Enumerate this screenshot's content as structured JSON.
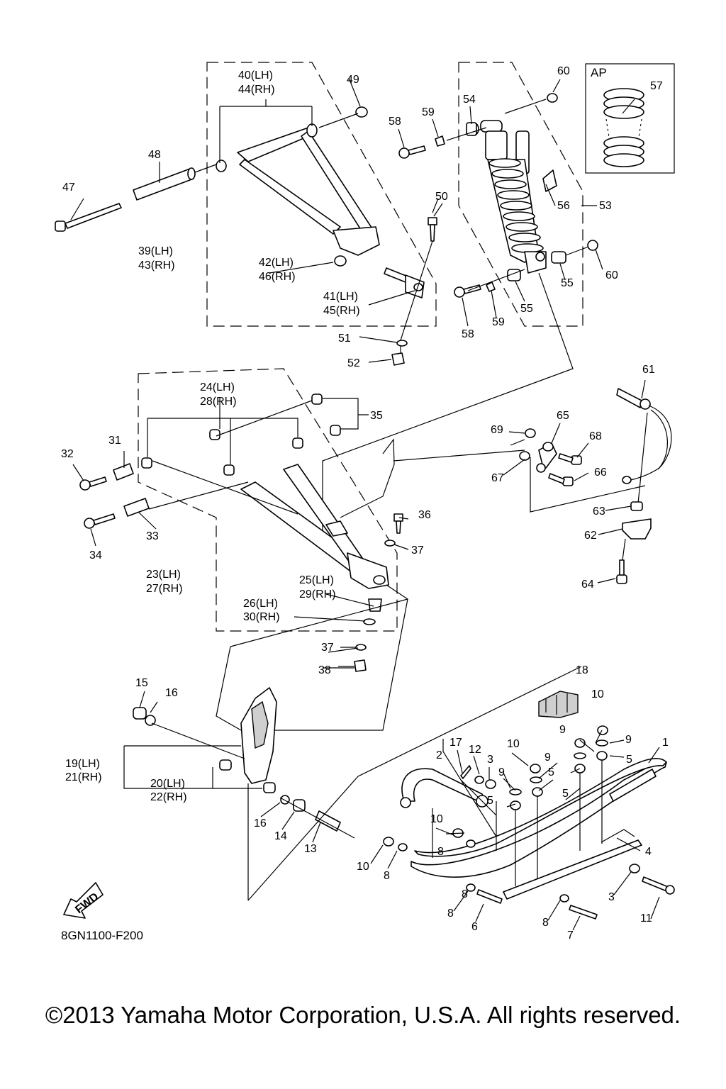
{
  "diagram": {
    "code": "8GN1100-F200",
    "direction_badge": "FWD",
    "inset_label": "AP",
    "callouts": [
      "1",
      "2",
      "3",
      "3",
      "4",
      "5",
      "5",
      "5",
      "5",
      "6",
      "7",
      "8",
      "8",
      "8",
      "8",
      "8",
      "9",
      "9",
      "9",
      "9",
      "10",
      "10",
      "10",
      "10",
      "10",
      "11",
      "12",
      "13",
      "14",
      "15",
      "16",
      "16",
      "17",
      "18",
      "19(LH)",
      "21(RH)",
      "20(LH)",
      "22(RH)",
      "23(LH)",
      "27(RH)",
      "24(LH)",
      "28(RH)",
      "25(LH)",
      "29(RH)",
      "26(LH)",
      "30(RH)",
      "31",
      "32",
      "33",
      "34",
      "35",
      "36",
      "37",
      "37",
      "38",
      "39(LH)",
      "43(RH)",
      "40(LH)",
      "44(RH)",
      "41(LH)",
      "45(RH)",
      "42(LH)",
      "46(RH)",
      "47",
      "48",
      "49",
      "50",
      "51",
      "52",
      "53",
      "54",
      "55",
      "55",
      "56",
      "57",
      "58",
      "58",
      "59",
      "59",
      "60",
      "60",
      "61",
      "62",
      "63",
      "64",
      "65",
      "66",
      "67",
      "68",
      "69"
    ]
  },
  "copyright": "©2013 Yamaha Motor Corporation, U.S.A. All rights reserved."
}
